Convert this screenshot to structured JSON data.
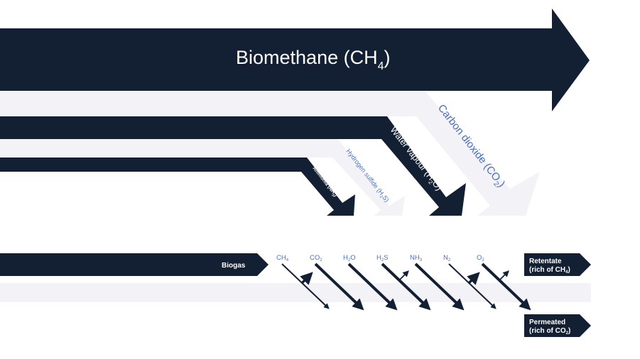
{
  "colors": {
    "dark": "#131f32",
    "light": "#f3f2f7",
    "label_blue": "#4a6fc0",
    "white": "#ffffff"
  },
  "top_flows": {
    "biomethane": {
      "label": "Biomethane (CH",
      "sub": "4",
      "close": ")"
    },
    "carbon_dioxide": {
      "label": "Carbon dioxide (CO",
      "sub": "2",
      "close": ")"
    },
    "water_vapour": {
      "label": "Water vapour (H",
      "sub": "2",
      "mid": "O)"
    },
    "hydrogen_sulfide": {
      "label": "Hydrogen sulfide (H",
      "sub": "2",
      "mid": "S)"
    },
    "ammonia": {
      "label": "Ammonia (NH",
      "sub": "3",
      "close": ")"
    }
  },
  "membrane": {
    "input_label": "Biogas",
    "gases": [
      {
        "name": "CH",
        "sub": "4",
        "permeates": false
      },
      {
        "name": "CO",
        "sub": "2",
        "permeates": true
      },
      {
        "name": "H",
        "sub": "2",
        "tail": "O",
        "permeates": true
      },
      {
        "name": "H",
        "sub": "2",
        "tail": "S",
        "permeates": true
      },
      {
        "name": "NH",
        "sub": "3",
        "permeates": true
      },
      {
        "name": "N",
        "sub": "2",
        "permeates": false
      },
      {
        "name": "O",
        "sub": "2",
        "permeates": true
      }
    ],
    "retentate": {
      "line1": "Retentate",
      "line2": "(rich of CH",
      "sub": "4",
      "close": ")"
    },
    "permeated": {
      "line1": "Permeated",
      "line2": "(rich of CO",
      "sub": "2",
      "close": ")"
    }
  }
}
